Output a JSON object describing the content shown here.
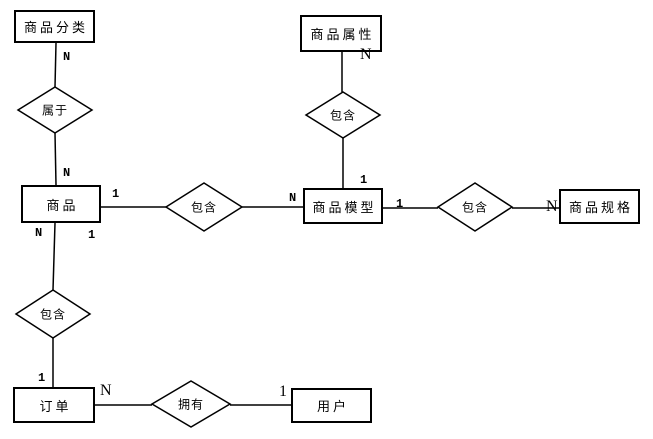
{
  "diagram": {
    "kind": "entity-relationship-diagram",
    "colors": {
      "background": "#ffffff",
      "line": "#000000",
      "shape_fill": "#ffffff",
      "text": "#000000"
    },
    "entities": [
      {
        "name": "product-category",
        "label": "商品分类"
      },
      {
        "name": "product-attribute",
        "label": "商品属性"
      },
      {
        "name": "product",
        "label": "商品"
      },
      {
        "name": "product-model",
        "label": "商品模型"
      },
      {
        "name": "product-spec",
        "label": "商品规格"
      },
      {
        "name": "order",
        "label": "订单"
      },
      {
        "name": "user",
        "label": "用户"
      }
    ],
    "relationships": [
      {
        "name": "belongs-to",
        "label": "属于",
        "between": [
          "商品分类",
          "商品"
        ]
      },
      {
        "name": "contains-attribute",
        "label": "包含",
        "between": [
          "商品属性",
          "商品模型"
        ]
      },
      {
        "name": "contains-model",
        "label": "包含",
        "between": [
          "商品",
          "商品模型"
        ]
      },
      {
        "name": "contains-spec",
        "label": "包含",
        "between": [
          "商品模型",
          "商品规格"
        ]
      },
      {
        "name": "contains-product",
        "label": "包含",
        "between": [
          "商品",
          "订单"
        ]
      },
      {
        "name": "owns",
        "label": "拥有",
        "between": [
          "订单",
          "用户"
        ]
      }
    ],
    "cardinality_labels": [
      {
        "value": "N",
        "at": "商品分类 → 属于"
      },
      {
        "value": "N",
        "at": "属于 → 商品"
      },
      {
        "value": "1",
        "at": "商品 → 包含(模型)"
      },
      {
        "value": "N",
        "at": "商品 → 包含(订单)"
      },
      {
        "value": "1",
        "at": "商品 下方右侧"
      },
      {
        "value": "N",
        "at": "商品属性 → 包含"
      },
      {
        "value": "1",
        "at": "包含 → 商品模型 上方"
      },
      {
        "value": "N",
        "at": "包含(模型) → 商品模型"
      },
      {
        "value": "1",
        "at": "商品模型 → 包含(规格)"
      },
      {
        "value": "N",
        "at": "包含 → 商品规格"
      },
      {
        "value": "1",
        "at": "包含 → 订单"
      },
      {
        "value": "N",
        "at": "订单 → 拥有"
      },
      {
        "value": "1",
        "at": "拥有 → 用户"
      }
    ]
  }
}
